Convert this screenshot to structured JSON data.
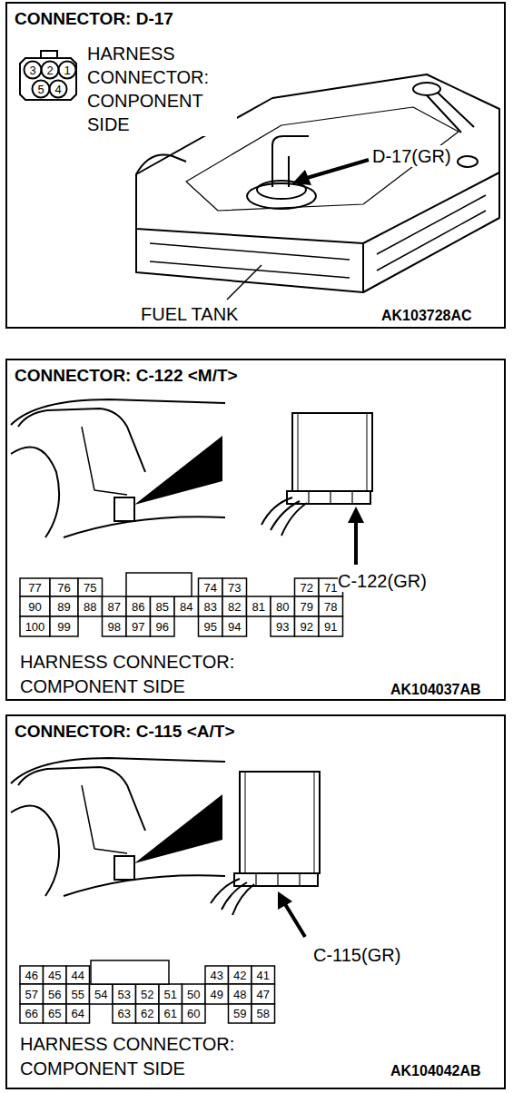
{
  "diagram": {
    "nodes": [
      {
        "text": [
          "CONNECTOR: D-17"
        ]
      },
      {
        "text": [
          "CONNECTOR: C-122 <M/T>"
        ]
      },
      {
        "text": [
          "CONNECTOR: C-115 <A/T>"
        ]
      }
    ],
    "labels": [
      "3",
      "2",
      "1",
      "5",
      "4",
      "HARNESS CONNECTOR: CONPONENT SIDE",
      "D-17(GR)",
      "FUEL TANK",
      "AK103728AC",
      "C-122(GR)",
      "77",
      "76",
      "75",
      "74",
      "73",
      "72",
      "71",
      "90",
      "89",
      "88",
      "87",
      "86",
      "85",
      "84",
      "83",
      "82",
      "81",
      "80",
      "79",
      "78",
      "100",
      "99",
      "98",
      "97",
      "96",
      "95",
      "94",
      "93",
      "92",
      "91",
      "HARNESS CONNECTOR: COMPONENT SIDE",
      "AK104037AB",
      "C-115(GR)",
      "46",
      "45",
      "44",
      "43",
      "42",
      "41",
      "57",
      "56",
      "55",
      "54",
      "53",
      "52",
      "51",
      "50",
      "49",
      "48",
      "47",
      "66",
      "65",
      "64",
      "63",
      "62",
      "61",
      "60",
      "59",
      "58",
      "HARNESS CONNECTOR: COMPONENT SIDE",
      "AK104042AB"
    ]
  }
}
